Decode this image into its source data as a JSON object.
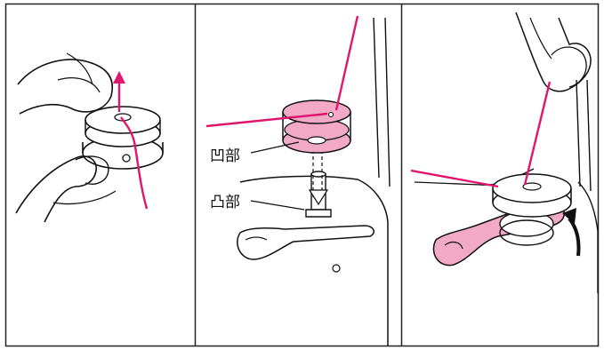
{
  "colors": {
    "thread": "#e0156e",
    "bobbin_fill": "#f2a9c6",
    "line": "#111111",
    "frame": "#222222"
  },
  "panels": [
    {
      "name": "panel-1",
      "description_icon": "bobbin-thread-pull-icon"
    },
    {
      "name": "panel-2",
      "description_icon": "bobbin-on-spindle-icon"
    },
    {
      "name": "panel-3",
      "description_icon": "bobbin-winder-push-icon"
    }
  ],
  "labels": {
    "concave": "凹部",
    "convex": "凸部"
  }
}
